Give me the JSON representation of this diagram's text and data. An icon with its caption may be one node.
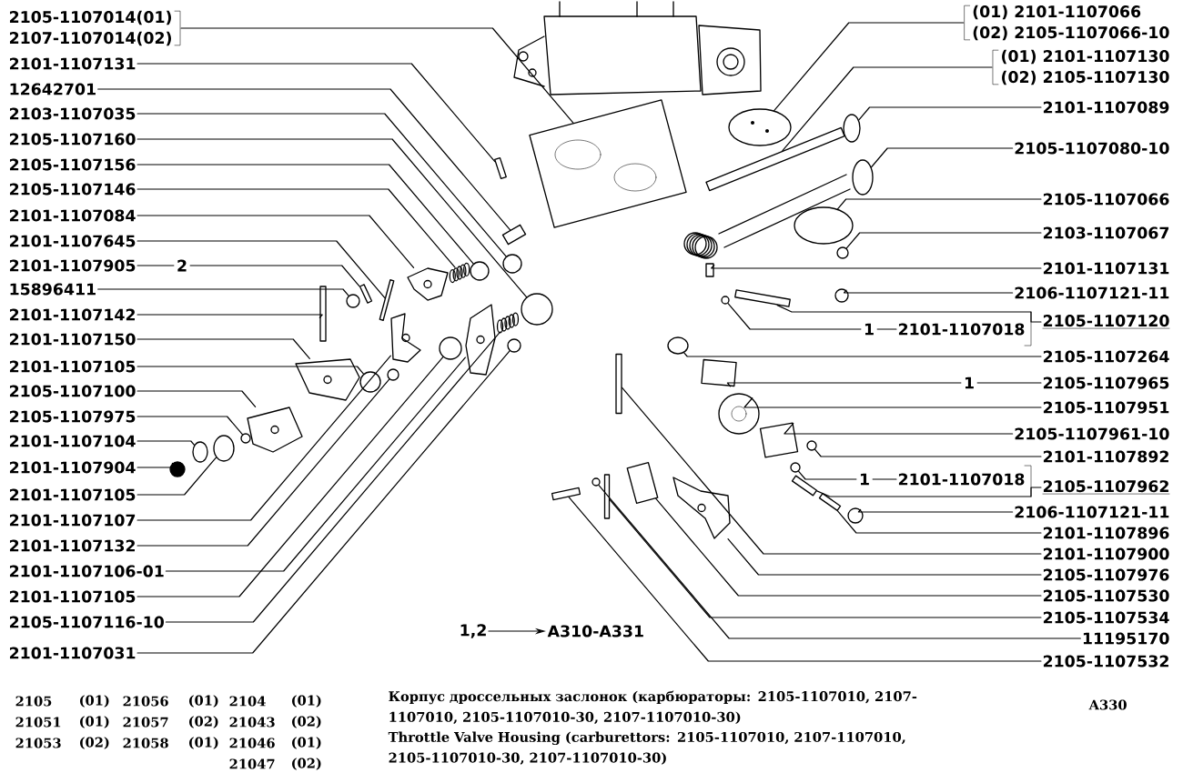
{
  "diagram": {
    "nodes": [
      {
        "text": [
          "2105-1107014(01)",
          "2107-1107014(02)"
        ]
      },
      {
        "text": [
          "2101-1107131"
        ]
      },
      {
        "text": [
          "12642701"
        ]
      },
      {
        "text": [
          "2103-1107035"
        ]
      },
      {
        "text": [
          "2105-1107160"
        ]
      },
      {
        "text": [
          "2105-1107156"
        ]
      },
      {
        "text": [
          "2105-1107146"
        ]
      },
      {
        "text": [
          "2101-1107084"
        ]
      },
      {
        "text": [
          "2101-1107645"
        ]
      },
      {
        "text": [
          "2101-1107905"
        ]
      },
      {
        "text": [
          "15896411"
        ]
      },
      {
        "text": [
          "2101-1107142"
        ]
      },
      {
        "text": [
          "2101-1107150"
        ]
      },
      {
        "text": [
          "2101-1107105"
        ]
      },
      {
        "text": [
          "2105-1107100"
        ]
      },
      {
        "text": [
          "2105-1107975"
        ]
      },
      {
        "text": [
          "2101-1107104"
        ]
      },
      {
        "text": [
          "2101-1107904"
        ]
      },
      {
        "text": [
          "2101-1107105"
        ]
      },
      {
        "text": [
          "2101-1107107"
        ]
      },
      {
        "text": [
          "2101-1107132"
        ]
      },
      {
        "text": [
          "2101-1107106-01"
        ]
      },
      {
        "text": [
          "2101-1107105"
        ]
      },
      {
        "text": [
          "2105-1107116-10"
        ]
      },
      {
        "text": [
          "2101-1107031"
        ]
      },
      {
        "text": [
          "(01) 2101-1107066",
          "(02) 2105-1107066-10"
        ]
      },
      {
        "text": [
          "(01) 2101-1107130",
          "(02) 2105-1107130"
        ]
      },
      {
        "text": [
          "2101-1107089"
        ]
      },
      {
        "text": [
          "2105-1107080-10"
        ]
      },
      {
        "text": [
          "2105-1107066"
        ]
      },
      {
        "text": [
          "2103-1107067"
        ]
      },
      {
        "text": [
          "2101-1107131"
        ]
      },
      {
        "text": [
          "2106-1107121-11"
        ]
      },
      {
        "text": [
          "2101-1107018"
        ]
      },
      {
        "text": [
          "2105-1107120"
        ]
      },
      {
        "text": [
          "2105-1107264"
        ]
      },
      {
        "text": [
          "2105-1107965"
        ]
      },
      {
        "text": [
          "2105-1107951"
        ]
      },
      {
        "text": [
          "2105-1107961-10"
        ]
      },
      {
        "text": [
          "2101-1107892"
        ]
      },
      {
        "text": [
          "2101-1107018"
        ]
      },
      {
        "text": [
          "2105-1107962"
        ]
      },
      {
        "text": [
          "2106-1107121-11"
        ]
      },
      {
        "text": [
          "2101-1107896"
        ]
      },
      {
        "text": [
          "2101-1107900"
        ]
      },
      {
        "text": [
          "2105-1107976"
        ]
      },
      {
        "text": [
          "2105-1107530"
        ]
      },
      {
        "text": [
          "2105-1107534"
        ]
      },
      {
        "text": [
          "11195170"
        ]
      },
      {
        "text": [
          "2105-1107532"
        ]
      },
      {
        "text": [
          "1,2"
        ]
      },
      {
        "text": [
          "A310-A331"
        ]
      },
      {
        "text": [],
        "shape": "box"
      },
      {
        "text": [],
        "shape": "bar"
      },
      {
        "text": [],
        "shape": "box"
      },
      {
        "text": [],
        "shape": "circle"
      },
      {
        "text": [],
        "shape": "circle"
      },
      {
        "text": [],
        "shape": "circle"
      },
      {
        "text": [],
        "shape": "spring"
      },
      {
        "text": [],
        "shape": "picture"
      },
      {
        "text": [],
        "shape": "bar"
      },
      {
        "text": [],
        "shape": "bar"
      },
      {
        "text": [],
        "shape": "circle"
      },
      {
        "text": [],
        "shape": "bar"
      },
      {
        "text": [],
        "shape": "picture"
      },
      {
        "text": [],
        "shape": "circle"
      },
      {
        "text": [],
        "shape": "picture"
      },
      {
        "text": [],
        "shape": "circle"
      },
      {
        "text": [],
        "shape": "ellipse"
      },
      {
        "text": [],
        "shape": "circle"
      },
      {
        "text": [],
        "shape": "ellipse"
      },
      {
        "text": [],
        "shape": "picture"
      },
      {
        "text": [],
        "shape": "circle"
      },
      {
        "text": [],
        "shape": "picture"
      },
      {
        "text": [],
        "shape": "circle"
      },
      {
        "text": [],
        "shape": "spring"
      },
      {
        "text": [],
        "shape": "circle"
      },
      {
        "text": [],
        "shape": "ellipse"
      },
      {
        "text": [],
        "shape": "bar"
      },
      {
        "text": [],
        "shape": "ellipse"
      },
      {
        "text": [],
        "shape": "ellipse"
      },
      {
        "text": [],
        "shape": "ellipse"
      },
      {
        "text": [],
        "shape": "circle"
      },
      {
        "text": [],
        "shape": "bar"
      },
      {
        "text": [],
        "shape": "circle"
      },
      {
        "text": [],
        "shape": "circle"
      },
      {
        "text": [],
        "shape": "bar"
      },
      {
        "text": [],
        "shape": "ellipse"
      },
      {
        "text": [],
        "shape": "box"
      },
      {
        "text": [],
        "shape": "circle"
      },
      {
        "text": [],
        "shape": "box"
      },
      {
        "text": [],
        "shape": "circle"
      },
      {
        "text": [],
        "shape": "circle"
      },
      {
        "text": [],
        "shape": "bar"
      },
      {
        "text": [],
        "shape": "circle"
      },
      {
        "text": [],
        "shape": "bar"
      },
      {
        "text": [],
        "shape": "bar"
      },
      {
        "text": [],
        "shape": "picture"
      },
      {
        "text": [],
        "shape": "box"
      },
      {
        "text": [],
        "shape": "bar"
      },
      {
        "text": [],
        "shape": "circle"
      },
      {
        "text": [],
        "shape": "bar"
      }
    ],
    "edges": [
      {
        "from": 0,
        "to": 52,
        "arrow": "none"
      },
      {
        "from": 1,
        "to": 53,
        "arrow": "none"
      },
      {
        "from": 2,
        "to": 54,
        "arrow": "none"
      },
      {
        "from": 3,
        "to": 55,
        "arrow": "none"
      },
      {
        "from": 4,
        "to": 56,
        "arrow": "none"
      },
      {
        "from": 5,
        "to": 57,
        "arrow": "none"
      },
      {
        "from": 6,
        "to": 58,
        "arrow": "none"
      },
      {
        "from": 7,
        "to": 59,
        "arrow": "none"
      },
      {
        "from": 8,
        "to": 60,
        "arrow": "none"
      },
      {
        "from": 9,
        "to": 61,
        "arrow": "none",
        "label": "2"
      },
      {
        "from": 10,
        "to": 62,
        "arrow": "none"
      },
      {
        "from": 11,
        "to": 63,
        "arrow": "none"
      },
      {
        "from": 12,
        "to": 64,
        "arrow": "none"
      },
      {
        "from": 13,
        "to": 65,
        "arrow": "none"
      },
      {
        "from": 14,
        "to": 66,
        "arrow": "none"
      },
      {
        "from": 15,
        "to": 67,
        "arrow": "none"
      },
      {
        "from": 16,
        "to": 68,
        "arrow": "none"
      },
      {
        "from": 17,
        "to": 69,
        "arrow": "none"
      },
      {
        "from": 18,
        "to": 70,
        "arrow": "none"
      },
      {
        "from": 19,
        "to": 71,
        "arrow": "none"
      },
      {
        "from": 20,
        "to": 72,
        "arrow": "none"
      },
      {
        "from": 21,
        "to": 73,
        "arrow": "none"
      },
      {
        "from": 22,
        "to": 74,
        "arrow": "none"
      },
      {
        "from": 23,
        "to": 75,
        "arrow": "none"
      },
      {
        "from": 24,
        "to": 76,
        "arrow": "none"
      },
      {
        "from": 25,
        "to": 77,
        "arrow": "none"
      },
      {
        "from": 26,
        "to": 78,
        "arrow": "none"
      },
      {
        "from": 27,
        "to": 79,
        "arrow": "none"
      },
      {
        "from": 28,
        "to": 80,
        "arrow": "none"
      },
      {
        "from": 29,
        "to": 81,
        "arrow": "none"
      },
      {
        "from": 30,
        "to": 82,
        "arrow": "none"
      },
      {
        "from": 31,
        "to": 83,
        "arrow": "none"
      },
      {
        "from": 32,
        "to": 84,
        "arrow": "none"
      },
      {
        "from": 33,
        "to": 85,
        "arrow": "none",
        "label": "1"
      },
      {
        "from": 34,
        "to": 86,
        "arrow": "none"
      },
      {
        "from": 35,
        "to": 87,
        "arrow": "none"
      },
      {
        "from": 36,
        "to": 88,
        "arrow": "none",
        "label": "1"
      },
      {
        "from": 37,
        "to": 89,
        "arrow": "none"
      },
      {
        "from": 38,
        "to": 90,
        "arrow": "none"
      },
      {
        "from": 39,
        "to": 91,
        "arrow": "none"
      },
      {
        "from": 40,
        "to": 92,
        "arrow": "none",
        "label": "1"
      },
      {
        "from": 41,
        "to": 93,
        "arrow": "none"
      },
      {
        "from": 42,
        "to": 94,
        "arrow": "none"
      },
      {
        "from": 43,
        "to": 95,
        "arrow": "none"
      },
      {
        "from": 44,
        "to": 96,
        "arrow": "none"
      },
      {
        "from": 45,
        "to": 97,
        "arrow": "none"
      },
      {
        "from": 46,
        "to": 98,
        "arrow": "none"
      },
      {
        "from": 47,
        "to": 99,
        "arrow": "none"
      },
      {
        "from": 48,
        "to": 100,
        "arrow": "none"
      },
      {
        "from": 49,
        "to": 101,
        "arrow": "none"
      },
      {
        "from": 50,
        "to": 51,
        "arrow": "to"
      }
    ],
    "labels": [
      "2105",
      "(01)",
      "21056",
      "(01)",
      "2104",
      "(01)",
      "21051",
      "(01)",
      "21057",
      "(02)",
      "21043",
      "(02)",
      "21053",
      "(02)",
      "21058",
      "(01)",
      "21046",
      "(01)",
      "21047",
      "(02)",
      "Корпус дроссельных заслонок (карбюраторы: 2105-1107010, 2107-1107010, 2105-1107010-30, 2107-1107010-30)",
      "Throttle Valve Housing (carburettors: 2105-1107010, 2107-1107010, 2105-1107010-30, 2107-1107010-30)",
      "A330"
    ]
  }
}
